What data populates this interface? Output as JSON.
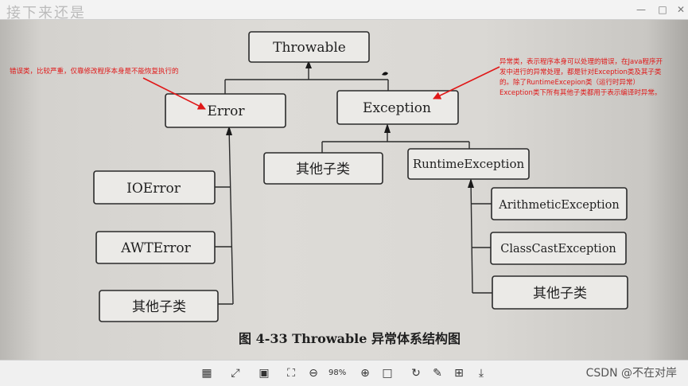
{
  "window": {
    "minimize_icon": "minimize-icon",
    "maximize_icon": "maximize-icon",
    "close_icon": "close-icon"
  },
  "photo": {
    "cropped_heading": "接下来还是",
    "nodes": {
      "throwable": "Throwable",
      "error": "Error",
      "exception": "Exception",
      "other_exception": "其他子类",
      "runtime": "RuntimeException",
      "ioerror": "IOError",
      "awterror": "AWTError",
      "other_error": "其他子类",
      "arithmetic": "ArithmeticException",
      "classcast": "ClassCastException",
      "other_runtime": "其他子类"
    },
    "caption": "图 4-33   Throwable 异常体系结构图"
  },
  "annotations": {
    "error_note": "错误类，比较严重，仅靠修改程序本身是不能恢复执行的",
    "exception_note": [
      "异常类，表示程序本身可以处理的错误，在Java程序开",
      "发中进行的异常处理，都是针对Exception类及其子类",
      "的。除了RuntimeExcepion类（运行时异常）",
      "Exception类下所有其他子类都用于表示编译时异常。"
    ],
    "color": "#e01818"
  },
  "toolbar": {
    "zoom": "98%",
    "watermark": "CSDN @不在对岸"
  }
}
